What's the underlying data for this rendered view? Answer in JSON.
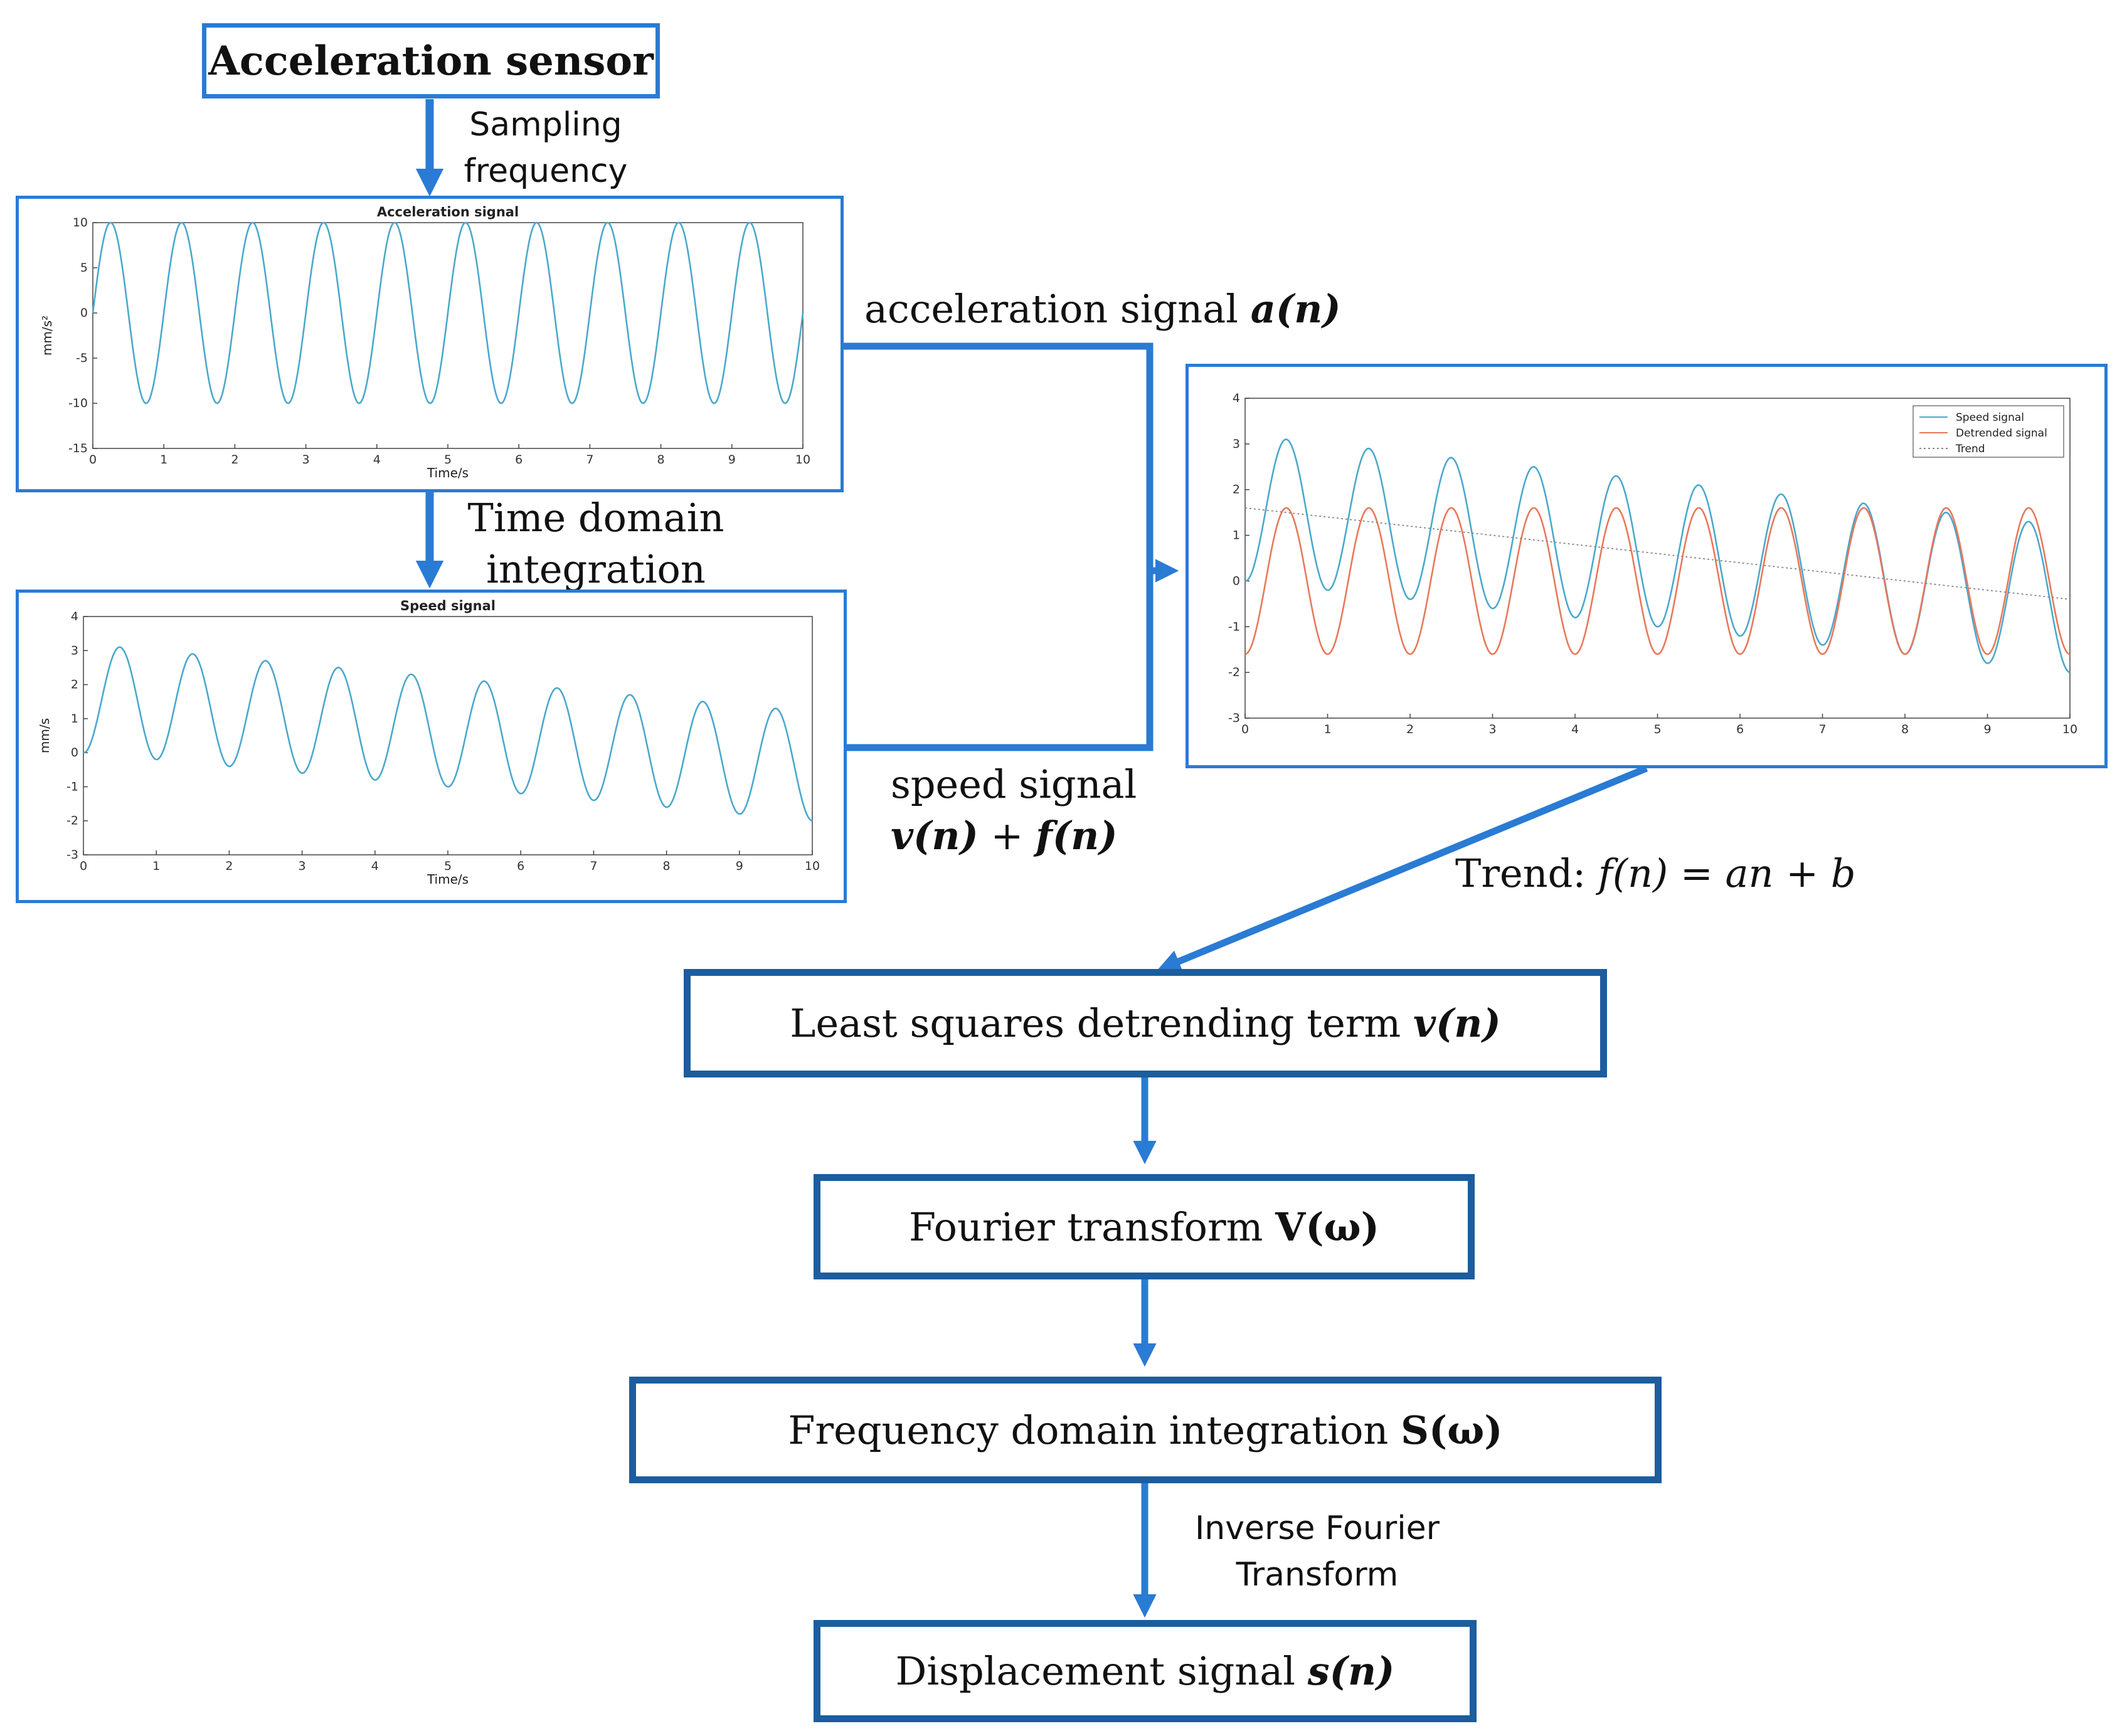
{
  "colors": {
    "arrow": "#2a7bd4",
    "box_light": "#2a7bd4",
    "box_dark": "#1c5d9e",
    "speed_line": "#4aa8cc",
    "detrended_line": "#e8785a",
    "trend_line": "#888888"
  },
  "nodes": {
    "sensor": "Acceleration sensor",
    "detrend": {
      "text": "Least squares detrending term ",
      "math": "v(n)"
    },
    "fourier": {
      "text": "Fourier transform ",
      "math": "V(ω)"
    },
    "freq_int": {
      "text": "Frequency domain integration ",
      "math": "S(ω)"
    },
    "displacement": {
      "text": "Displacement signal ",
      "math": "s(n)"
    }
  },
  "edge_labels": {
    "sampling_line1": "Sampling",
    "sampling_line2": "frequency",
    "time_int_line1": "Time domain",
    "time_int_line2": "integration",
    "accel_signal": {
      "text": "acceleration signal ",
      "math": "a(n)"
    },
    "speed_signal_line1": "speed signal",
    "speed_signal_math_v": "v(n)",
    "speed_signal_plus": " + ",
    "speed_signal_math_f": "f(n)",
    "trend_label": "Trend: ",
    "trend_formula": "f(n) = an + b",
    "inverse_line1": "Inverse Fourier",
    "inverse_line2": "Transform"
  },
  "chart_data": [
    {
      "type": "line",
      "title": "Acceleration signal",
      "xlabel": "Time/s",
      "ylabel": "mm/s²",
      "xlim": [
        0,
        10
      ],
      "ylim": [
        -15,
        10
      ],
      "xticks": [
        "0",
        "1",
        "2",
        "3",
        "4",
        "5",
        "6",
        "7",
        "8",
        "9",
        "10"
      ],
      "yticks": [
        "10",
        "5",
        "0",
        "-5",
        "-10",
        "-15"
      ],
      "series": [
        {
          "function": "10*sin(2*pi*t)",
          "frequency_hz": 1,
          "amplitude": 10,
          "offset": 0
        }
      ]
    },
    {
      "type": "line",
      "title": "Speed signal",
      "xlabel": "Time/s",
      "ylabel": "mm/s",
      "xlim": [
        0,
        10
      ],
      "ylim": [
        -3,
        4
      ],
      "xticks": [
        "0",
        "1",
        "2",
        "3",
        "4",
        "5",
        "6",
        "7",
        "8",
        "9",
        "10"
      ],
      "yticks": [
        "4",
        "3",
        "2",
        "1",
        "0",
        "-1",
        "-2",
        "-3"
      ],
      "series": [
        {
          "function": "1.6*sin(2*pi*t - pi/2) + 1.6 - 0.2*t",
          "amplitude": 1.6,
          "trend_intercept": 1.6,
          "trend_slope": -0.2
        }
      ]
    },
    {
      "type": "line",
      "title": "",
      "xlabel": "",
      "ylabel": "",
      "xlim": [
        0,
        10
      ],
      "ylim": [
        -3,
        4
      ],
      "xticks": [
        "0",
        "1",
        "2",
        "3",
        "4",
        "5",
        "6",
        "7",
        "8",
        "9",
        "10"
      ],
      "yticks": [
        "4",
        "3",
        "2",
        "1",
        "0",
        "-1",
        "-2",
        "-3"
      ],
      "legend_position": "top-right",
      "series": [
        {
          "name": "Speed signal",
          "function": "1.6*sin(2*pi*t - pi/2) + 1.6 - 0.2*t"
        },
        {
          "name": "Detrended signal",
          "function": "1.6*sin(2*pi*t - pi/2)"
        },
        {
          "name": "Trend",
          "function": "1.6 - 0.2*t",
          "style": "dotted"
        }
      ]
    }
  ]
}
